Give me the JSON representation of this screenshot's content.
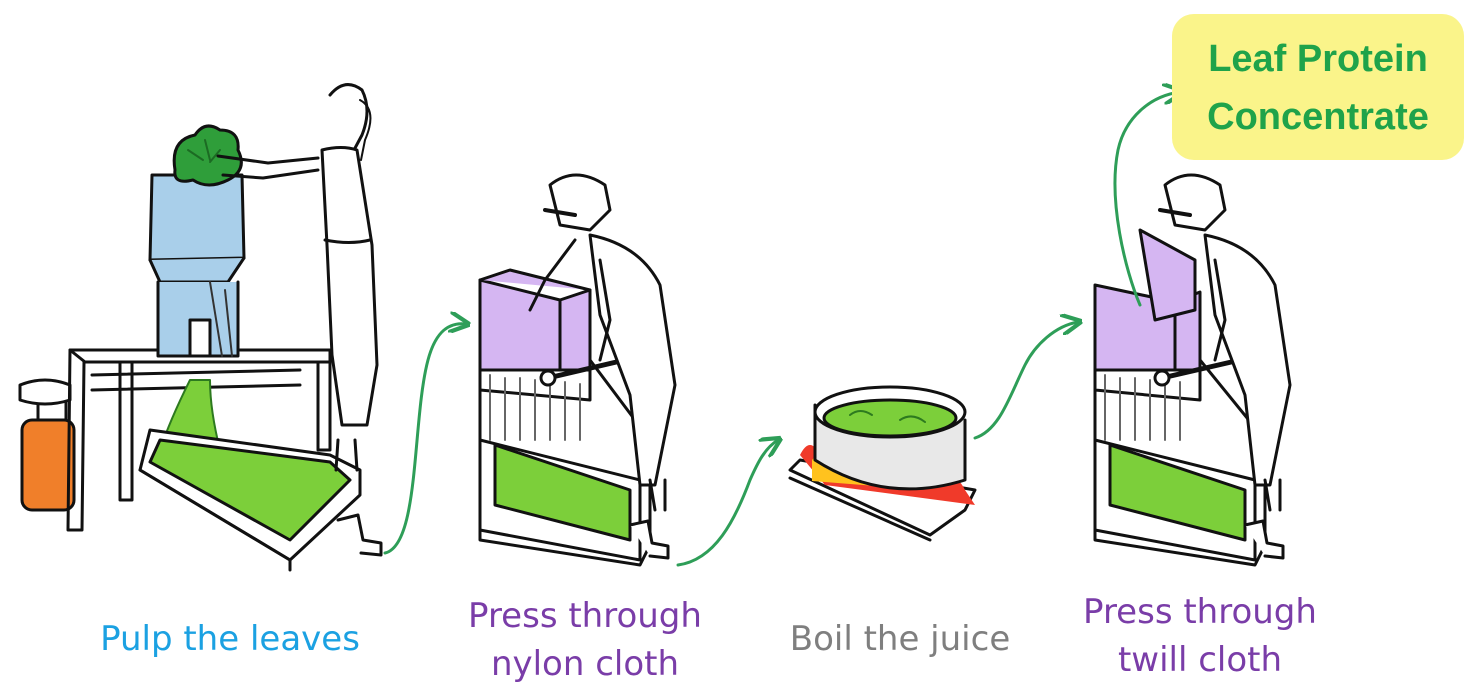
{
  "steps": [
    {
      "label": "Pulp the leaves",
      "color": "#1BA1E2"
    },
    {
      "label_line1": "Press through",
      "label_line2": "nylon cloth",
      "color": "#7A3DA8"
    },
    {
      "label": "Boil the juice",
      "color": "#7F7F7F"
    },
    {
      "label_line1": "Press through",
      "label_line2": "twill cloth",
      "color": "#7A3DA8"
    }
  ],
  "result": {
    "line1": "Leaf Protein",
    "line2": "Concentrate",
    "text_color": "#1FA34A",
    "highlight_color": "#FAF48A"
  },
  "colors": {
    "arrow": "#2E9E58",
    "pulp_green": "#7CCF3A",
    "pulper_blue": "#A9CFEA",
    "press_purple": "#D5B6F2",
    "gas_orange": "#F07F2A",
    "flame_red": "#F03A2A",
    "flame_yellow": "#FFC21E"
  },
  "icons": [
    "leaf-pulper-illustration",
    "nylon-press-illustration",
    "boiling-pot-illustration",
    "twill-press-illustration",
    "flow-arrow-icon"
  ]
}
